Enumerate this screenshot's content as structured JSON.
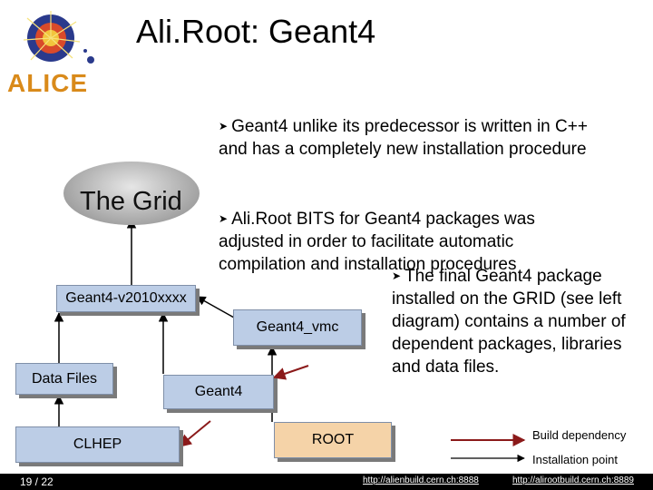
{
  "slide": {
    "title": "Ali.Root: Geant4",
    "logo_text": "ALICE",
    "bullets": [
      "Geant4 unlike its predecessor is written in C++ and has a completely new installation procedure",
      "Ali.Root BITS for Geant4 packages was adjusted in order to facilitate automatic compilation and installation procedures",
      "The final Geant4 package installed on the GRID (see left diagram) contains a number of dependent packages, libraries and data files."
    ],
    "bullet_icon": "arrow-bullet-icon"
  },
  "diagram": {
    "grid_label": "The Grid",
    "nodes": {
      "geant4_v2010": "Geant4-v2010xxxx",
      "geant4_vmc": "Geant4_vmc",
      "data_files": "Data Files",
      "geant4": "Geant4",
      "clhep": "CLHEP",
      "root": "ROOT"
    },
    "legend": {
      "build_dependency": "Build dependency",
      "installation_point": "Installation point"
    },
    "colors": {
      "node_blue": "#bccde6",
      "node_orange": "#f5d3a8",
      "arrow_red": "#8b1a1a"
    }
  },
  "footer": {
    "page": "19 / 22",
    "link_alien": "http://alienbuild.cern.ch:8888",
    "link_aliroot": "http://alirootbuild.cern.ch:8889"
  }
}
